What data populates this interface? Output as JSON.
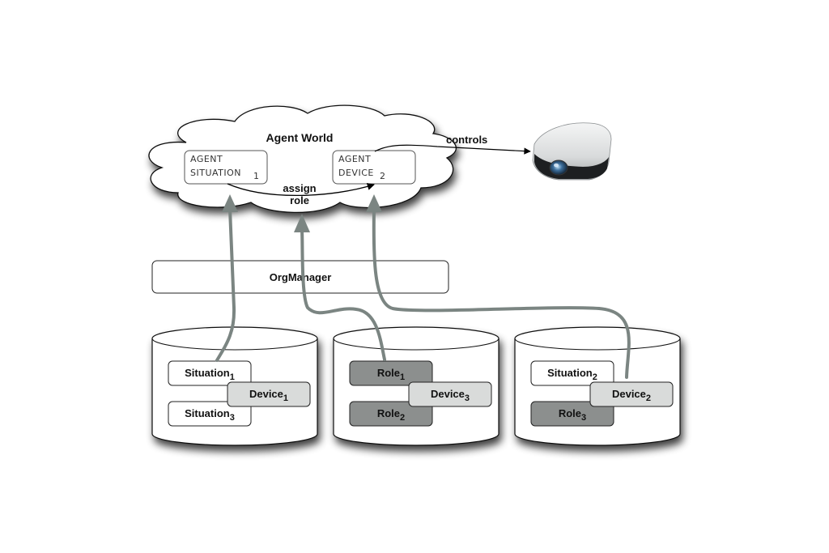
{
  "agent_world": {
    "title": "Agent World",
    "agents": [
      {
        "line1": "AGENT",
        "line2": "SITUATION",
        "subscript": "1"
      },
      {
        "line1": "AGENT",
        "line2": "DEVICE",
        "subscript": "2"
      }
    ],
    "assign_label_line1": "assign",
    "assign_label_line2": "role"
  },
  "controls_label": "controls",
  "projector": {
    "icon": "projector-icon"
  },
  "org_manager": {
    "label": "OrgManager"
  },
  "databases": [
    {
      "items": [
        {
          "name": "Situation",
          "sub": "1",
          "kind": "situation"
        },
        {
          "name": "Device",
          "sub": "1",
          "kind": "device"
        },
        {
          "name": "Situation",
          "sub": "3",
          "kind": "situation"
        }
      ]
    },
    {
      "items": [
        {
          "name": "Role",
          "sub": "1",
          "kind": "role"
        },
        {
          "name": "Device",
          "sub": "3",
          "kind": "device"
        },
        {
          "name": "Role",
          "sub": "2",
          "kind": "role"
        }
      ]
    },
    {
      "items": [
        {
          "name": "Situation",
          "sub": "2",
          "kind": "situation"
        },
        {
          "name": "Device",
          "sub": "2",
          "kind": "device"
        },
        {
          "name": "Role",
          "sub": "3",
          "kind": "role"
        }
      ]
    }
  ],
  "colors": {
    "arrow": "#7b8582",
    "situation_fill": "#ffffff",
    "device_fill": "#d9dbda",
    "role_fill": "#8c8f8e"
  }
}
